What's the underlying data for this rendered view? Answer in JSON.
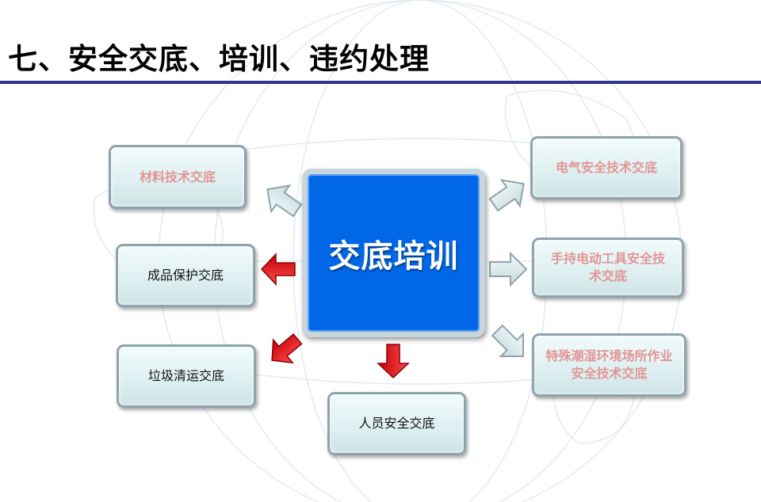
{
  "title": "七、安全交底、培训、违约处理",
  "center_label": "交底培训",
  "nodes": {
    "material": "材料技术交底",
    "product_protection": "成品保护交底",
    "garbage": "垃圾清运交底",
    "personnel": "人员安全交底",
    "electrical": "电气安全技术交底",
    "handheld_tools": "手持电动工具安全技术交底",
    "humid_environment": "特殊潮湿环境场所作业安全技术交底"
  },
  "colors": {
    "accent_rule": "#2e3487",
    "center_fill": "#0068e8",
    "red_text": "#e39595",
    "red_arrow": "#e0151c",
    "light_arrow": "#d8e6e8"
  }
}
